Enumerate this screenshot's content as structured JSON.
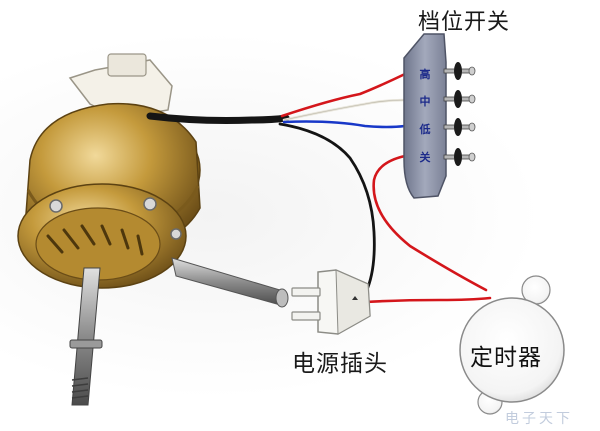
{
  "labels": {
    "switch": "档位开关",
    "plug": "电源插头",
    "timer": "定时器"
  },
  "switch_positions": [
    "高",
    "中",
    "低",
    "关"
  ],
  "watermark": "电子天下",
  "colors": {
    "wire_red": "#d4161b",
    "wire_black": "#141414",
    "wire_blue": "#1838c8",
    "wire_white": "#f1efe6",
    "switch_plate": "#8d93a8",
    "brass": "#c49a3c"
  },
  "icons": {
    "fan-motor": "brass fan motor with shaft",
    "power-plug": "two-pin power plug",
    "speed-switch": "four-position push switch",
    "timer": "round timer"
  }
}
